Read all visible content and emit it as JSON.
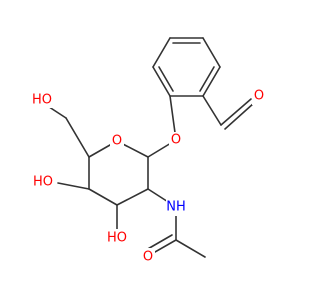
{
  "colors": {
    "bond": "#333333",
    "oxygen": "#ff0000",
    "nitrogen": "#0000ff",
    "background": "#ffffff"
  },
  "atom_labels": {
    "ch2oh_oh": "HO",
    "c4_oh": "HO",
    "c3_oh": "HO",
    "ring_o": "O",
    "glycosidic_o": "O",
    "aldehyde_o": "O",
    "amide_n": "NH",
    "carbonyl_o": "O"
  }
}
